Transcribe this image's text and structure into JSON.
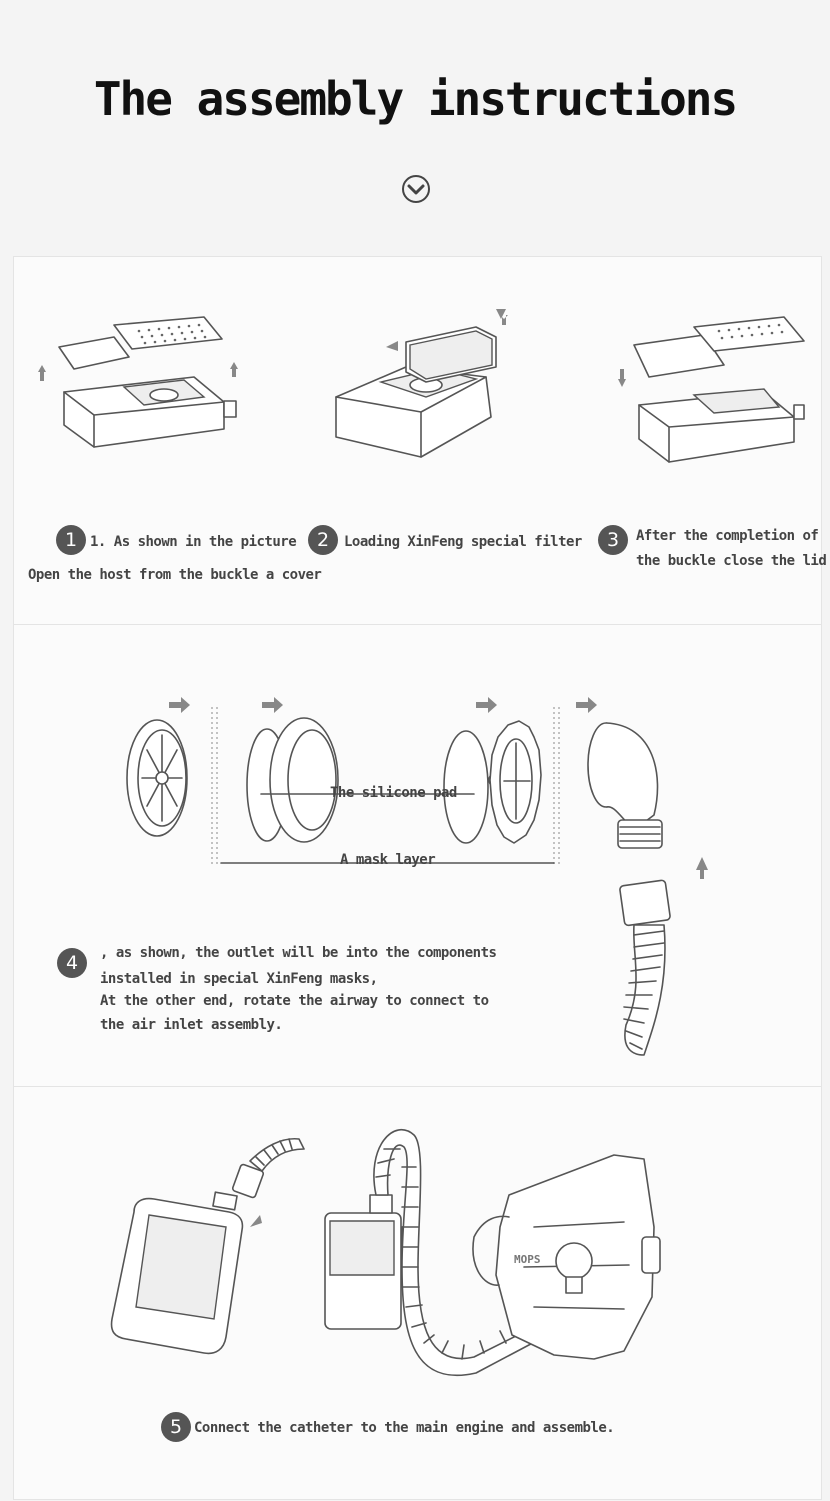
{
  "page": {
    "title": "The assembly instructions"
  },
  "steps": [
    {
      "number": "1",
      "line1": "1. As shown in the picture",
      "line2": "Open the host from the buckle a cover"
    },
    {
      "number": "2",
      "line1": "Loading XinFeng special filter"
    },
    {
      "number": "3",
      "line1": "After the completion of",
      "line2": "the buckle close the lid"
    },
    {
      "number": "4",
      "line1": ", as shown, the outlet will be into the components",
      "line2": "installed in special XinFeng masks,",
      "line3": "At the other end, rotate the airway to connect to",
      "line4": "the air inlet assembly."
    },
    {
      "number": "5",
      "line1": "Connect the catheter to the main engine and assemble."
    }
  ],
  "labels": {
    "silicone_pad": "The silicone pad",
    "mask_layer": "A mask layer",
    "brand": "MOPS"
  },
  "icons": [
    "chevron-down-circle-icon",
    "arrow-icon"
  ]
}
